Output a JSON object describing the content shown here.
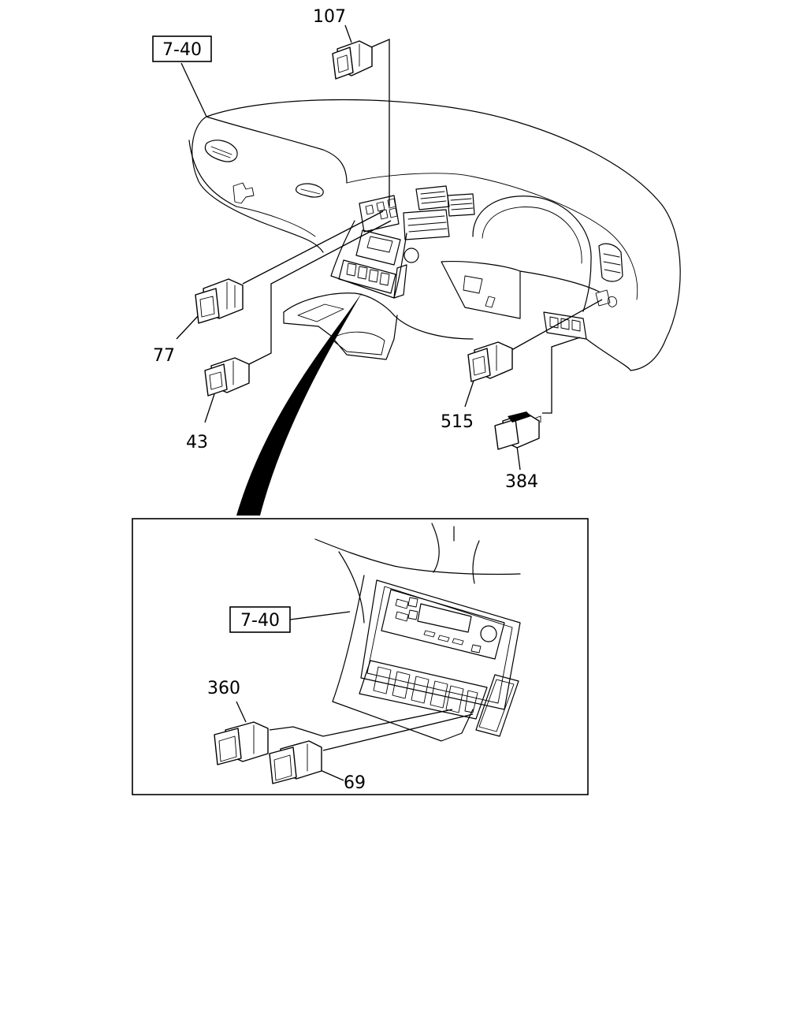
{
  "refs": {
    "main_ref": "7-40",
    "detail_ref": "7-40"
  },
  "parts": {
    "p107": "107",
    "p77": "77",
    "p43": "43",
    "p515": "515",
    "p384": "384",
    "p360": "360",
    "p69": "69"
  }
}
